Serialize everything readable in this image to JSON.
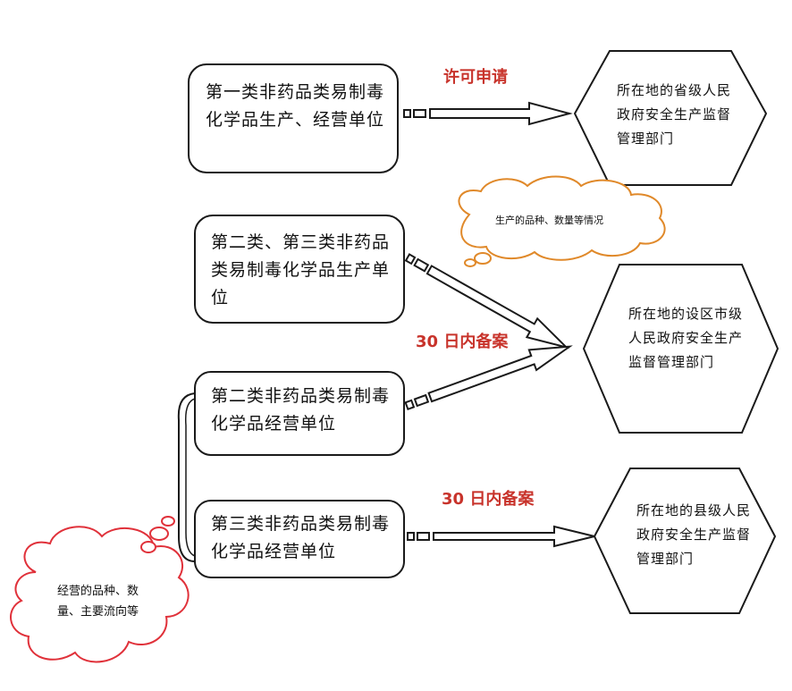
{
  "nodes": {
    "class1_unit": "第一类非药品类易制毒化学品生产、经营单位",
    "class23_production_unit": "第二类、第三类非药品类易制毒化学品生产单位",
    "class2_operation_unit": "第二类非药品类易制毒化学品经营单位",
    "class3_operation_unit": "第三类非药品类易制毒化学品经营单位"
  },
  "authorities": {
    "provincial": "所在地的省级人民政府安全生产监督管理部门",
    "city": "所在地的设区市级人民政府安全生产监督管理部门",
    "county": "所在地的县级人民政府安全生产监督管理部门"
  },
  "edge_labels": {
    "permit_application": "许可申请",
    "filing_30_days_a": "30 日内备案",
    "filing_30_days_b": "30 日内备案"
  },
  "clouds": {
    "production_note": "生产的品种、数量等情况",
    "operation_note": "经营的品种、数量、主要流向等"
  },
  "colors": {
    "accent_red": "#c8332b",
    "orange_cloud": "#e0892a",
    "red_cloud": "#e0313a",
    "line": "#1a1a1a"
  }
}
